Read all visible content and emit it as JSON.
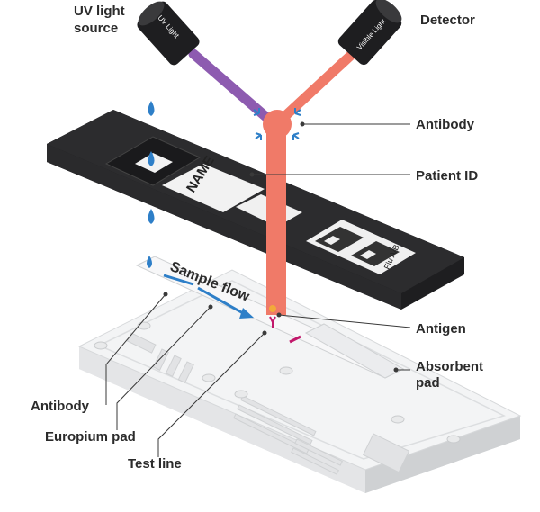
{
  "labels": {
    "uv_source": [
      "UV light",
      "source"
    ],
    "detector": "Detector",
    "antibody_top": "Antibody",
    "patient_id": "Patient ID",
    "antigen": "Antigen",
    "absorbent_pad": [
      "Absorbent",
      "pad"
    ],
    "antibody_left": "Antibody",
    "europium_pad": "Europium pad",
    "test_line": "Test line",
    "sample_flow": "Sample flow"
  },
  "lamps": {
    "uv": "UV Light",
    "visible": "Visible Light"
  },
  "cartridge": {
    "name_tag": "NAME",
    "code_tag": "Flu A/B"
  },
  "colors": {
    "uv_beam": "#8d5bb0",
    "visible_beam": "#f07a68",
    "cartridge_top": "#2c2c2e",
    "droplet": "#2e7fc8",
    "flow_arrow": "#2e7fc8",
    "test_line": "#c2186b"
  }
}
